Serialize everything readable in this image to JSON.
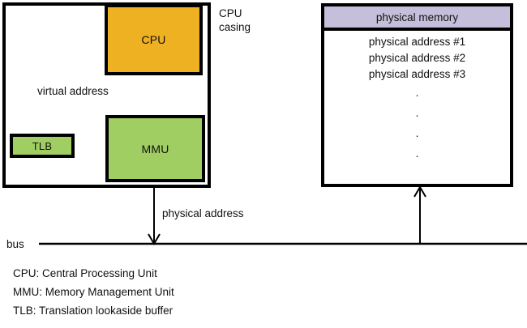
{
  "diagram": {
    "title_labels": {
      "cpu_casing": "CPU\ncasing",
      "virtual_address": "virtual address",
      "physical_address": "physical address",
      "bus": "bus"
    },
    "boxes": {
      "cpu": {
        "label": "CPU",
        "color": "#eeb122"
      },
      "mmu": {
        "label": "MMU",
        "color": "#a0ce62"
      },
      "tlb": {
        "label": "TLB",
        "color": "#a0ce62"
      }
    },
    "physical_memory": {
      "header": "physical memory",
      "header_color": "#c6bfdb",
      "entries": [
        "physical address #1",
        "physical address #2",
        "physical address #3"
      ],
      "ellipsis_dots": [
        ".",
        ".",
        ".",
        "."
      ]
    },
    "legend": [
      "CPU: Central Processing Unit",
      "MMU: Memory Management Unit",
      "TLB: Translation lookaside buffer"
    ]
  }
}
